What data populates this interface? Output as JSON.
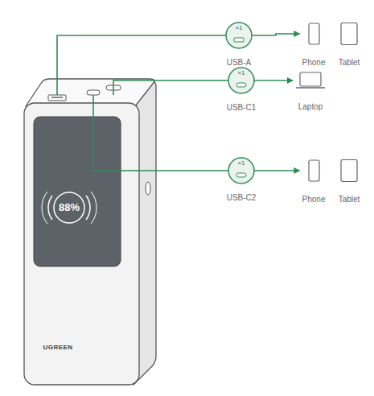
{
  "diagram": {
    "nodes": [
      {
        "text": [
          "88%",
          "UGREEN"
        ]
      },
      {
        "text": [
          "×1",
          "USB-A"
        ]
      },
      {
        "text": [
          "Phone"
        ]
      },
      {
        "text": [
          "Tablet"
        ]
      },
      {
        "text": [
          "×1",
          "USB-C1"
        ]
      },
      {
        "text": [
          "Laptop"
        ]
      },
      {
        "text": [
          "×1",
          "USB-C2"
        ]
      },
      {
        "text": [
          "Phone"
        ]
      },
      {
        "text": [
          "Tablet"
        ]
      }
    ],
    "edges": [
      {
        "from": 0,
        "to": 1,
        "arrow": "none"
      },
      {
        "from": 1,
        "to": 2,
        "arrow": "to"
      },
      {
        "from": 0,
        "to": 4,
        "arrow": "none"
      },
      {
        "from": 4,
        "to": 5,
        "arrow": "to"
      },
      {
        "from": 0,
        "to": 6,
        "arrow": "none"
      },
      {
        "from": 6,
        "to": 7,
        "arrow": "to"
      }
    ]
  }
}
